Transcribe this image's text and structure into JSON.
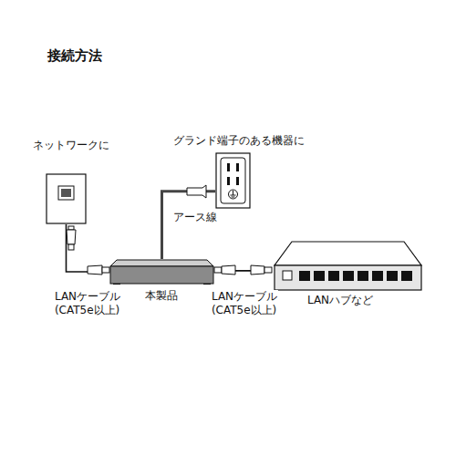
{
  "diagram": {
    "title": "接続方法",
    "nodes": [
      {
        "text": [
          "ネットワークに"
        ]
      },
      {
        "text": [
          "グランド端子のある機器に"
        ]
      },
      {
        "text": [
          "本製品"
        ]
      },
      {
        "text": [
          "LANハブなど"
        ]
      }
    ],
    "edges": [
      {
        "from": 0,
        "to": 2,
        "arrow": "none",
        "label": "LANケーブル (CAT5e以上)"
      },
      {
        "from": 2,
        "to": 1,
        "arrow": "none",
        "label": "アース線"
      },
      {
        "from": 2,
        "to": 3,
        "arrow": "none",
        "label": "LANケーブル (CAT5e以上)"
      }
    ]
  }
}
